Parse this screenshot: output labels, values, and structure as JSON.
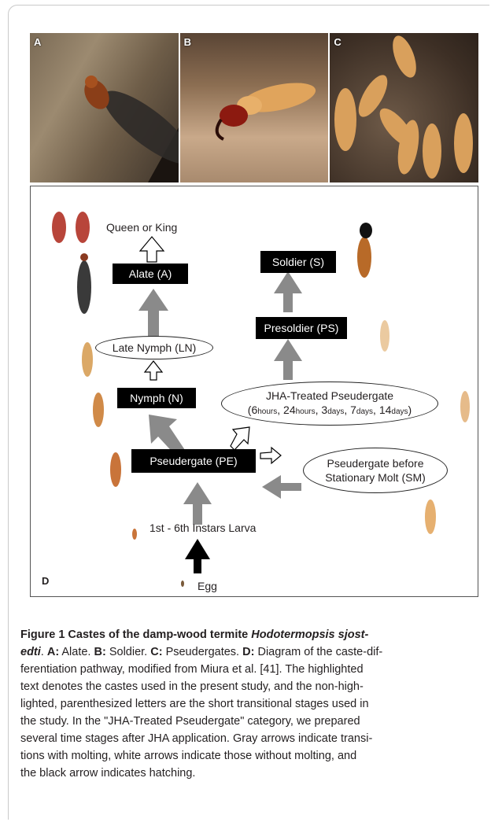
{
  "photos": [
    {
      "letter": "A"
    },
    {
      "letter": "B"
    },
    {
      "letter": "C"
    }
  ],
  "diagram": {
    "panel_label": "D",
    "queen_or_king": "Queen or King",
    "alate": "Alate (A)",
    "late_nymph": "Late Nymph (LN)",
    "nymph": "Nymph (N)",
    "pseudergate": "Pseudergate (PE)",
    "larva": "1st - 6th Instars Larva",
    "egg": "Egg",
    "soldier": "Soldier (S)",
    "presoldier": "Presoldier (PS)",
    "jha_line1": "JHA-Treated Pseudergate",
    "jha_line2_parts": {
      "open": "(",
      "n1": "6",
      "u1": "hours",
      "n2": ", 24",
      "u2": "hours",
      "n3": ", 3",
      "u3": "days",
      "n4": ", 7",
      "u4": "days",
      "n5": ", 14",
      "u5": "days",
      "close": ")"
    },
    "sm_line1": "Pseudergate before",
    "sm_line2": "Stationary Molt (SM)"
  },
  "caption": {
    "l1_bold": "Figure 1 Castes of the damp-wood termite ",
    "l1_italic": "Hodotermopsis sjost-",
    "l2_italic": "edti",
    "l2_rest_a": ". ",
    "l2_A": "A:",
    "l2_rest_b": " Alate. ",
    "l2_B": "B:",
    "l2_rest_c": " Soldier. ",
    "l2_C": "C:",
    "l2_rest_d": " Pseudergates. ",
    "l2_D": "D:",
    "l2_rest_e": " Diagram of the caste-dif-",
    "l3": "ferentiation pathway, modified from Miura et al. [41]. The highlighted",
    "l4": "text denotes the castes used in the present study, and the non-high-",
    "l5": "lighted, parenthesized letters are the short transitional stages used in",
    "l6": "the study. In the \"JHA-Treated Pseudergate\" category, we prepared",
    "l7": "several time stages after JHA application. Gray arrows indicate transi-",
    "l8": "tions with molting, white arrows indicate those without molting, and",
    "l9": "the black arrow indicates hatching."
  },
  "colors": {
    "gray_arrow": "#8a8a8a",
    "black_arrow": "#000000",
    "box_fill": "#000000"
  }
}
